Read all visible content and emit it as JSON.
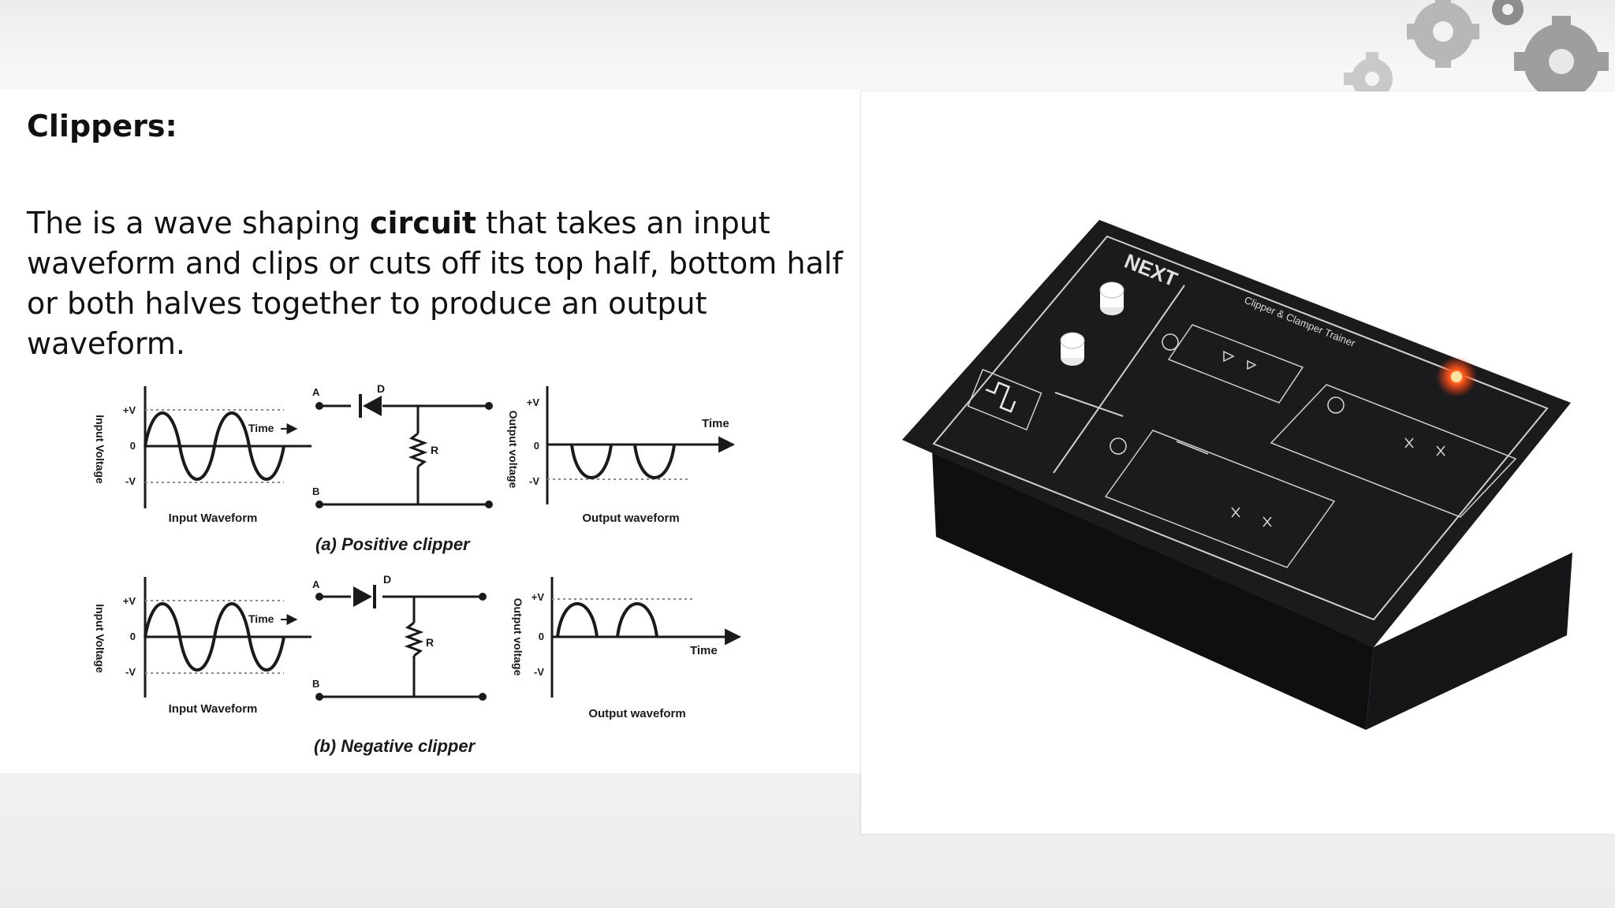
{
  "slide": {
    "heading": "Clippers:",
    "body": {
      "part1": "The is a wave shaping ",
      "bold": "circuit",
      "part2": " that takes an input waveform and clips or cuts off its top half, bottom half or both halves together to produce an output waveform."
    }
  },
  "diagram": {
    "axis_labels": {
      "plus_v": "+V",
      "zero": "0",
      "minus_v": "-V"
    },
    "positive": {
      "input_axis_title": "Input Voltage",
      "input_time": "Time",
      "input_caption": "Input Waveform",
      "node_a": "A",
      "node_b": "B",
      "diode": "D",
      "resistor": "R",
      "output_axis_title": "Output voltage",
      "output_time": "Time",
      "output_caption": "Output waveform",
      "caption": "(a) Positive clipper"
    },
    "negative": {
      "input_axis_title": "Input Voltage",
      "input_time": "Time",
      "input_caption": "Input Waveform",
      "node_a": "A",
      "node_b": "B",
      "diode": "D",
      "resistor": "R",
      "output_axis_title": "Output voltage",
      "output_time": "Time",
      "output_caption": "Output waveform",
      "caption": "(b) Negative clipper"
    }
  },
  "device": {
    "brand": "NEXT",
    "panel_title": "Clipper & Clamper Trainer",
    "led_color": "#ff3a10"
  },
  "colors": {
    "text": "#111111",
    "diagram_ink": "#1a1a1a",
    "device_body": "#1b1b1d",
    "device_lines": "#cfcfcf"
  }
}
